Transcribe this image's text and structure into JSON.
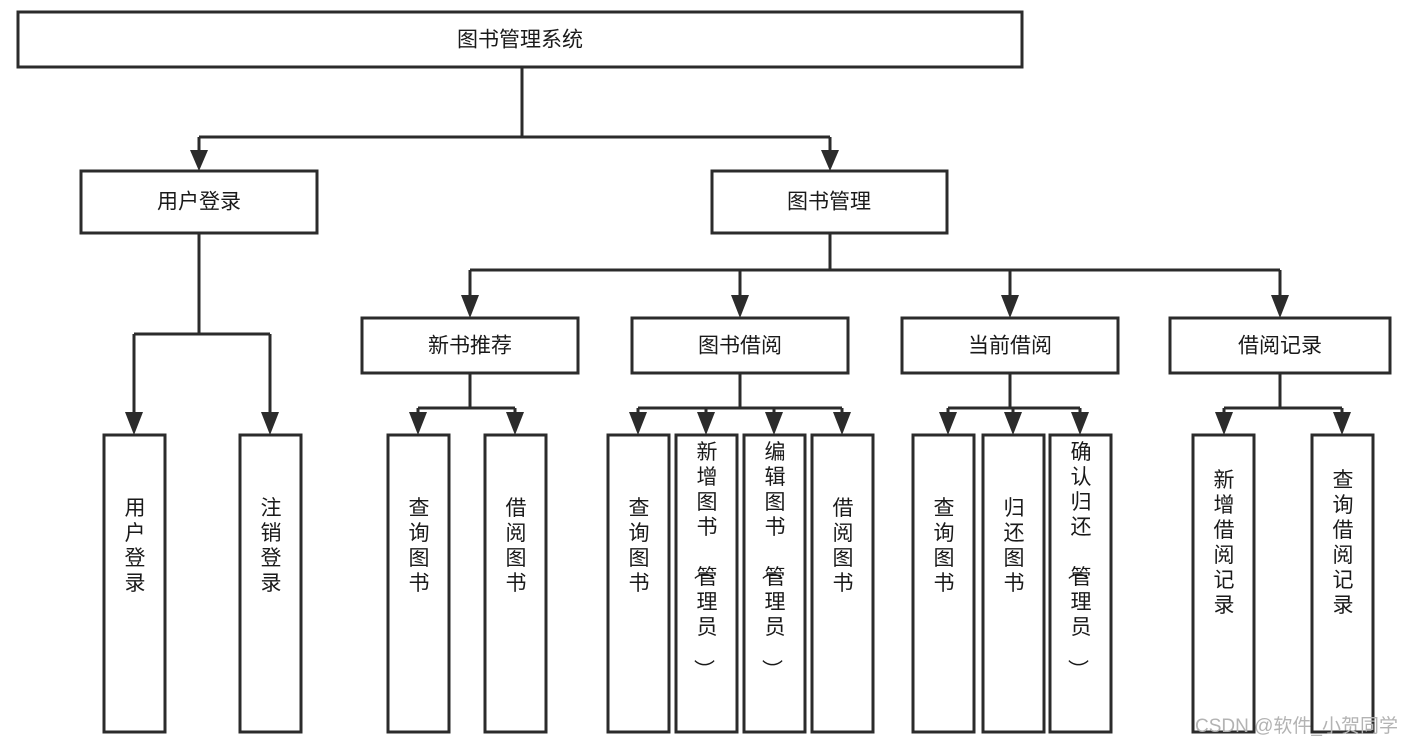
{
  "diagram": {
    "title_node": {
      "id": "root",
      "label": "图书管理系统",
      "orientation": "horizontal"
    },
    "level1": [
      {
        "id": "user-login",
        "label": "用户登录",
        "orientation": "horizontal"
      },
      {
        "id": "book-management",
        "label": "图书管理",
        "orientation": "horizontal"
      }
    ],
    "level2": [
      {
        "id": "new-book-recommend",
        "label": "新书推荐",
        "orientation": "horizontal",
        "parent": "book-management"
      },
      {
        "id": "book-borrow",
        "label": "图书借阅",
        "orientation": "horizontal",
        "parent": "book-management"
      },
      {
        "id": "current-borrow",
        "label": "当前借阅",
        "orientation": "horizontal",
        "parent": "book-management"
      },
      {
        "id": "borrow-record",
        "label": "借阅记录",
        "orientation": "horizontal",
        "parent": "book-management"
      }
    ],
    "leaves": [
      {
        "id": "leaf-user-login",
        "label": "用户登录",
        "orientation": "vertical",
        "parent": "user-login"
      },
      {
        "id": "leaf-user-logout",
        "label": "注销登录",
        "orientation": "vertical",
        "parent": "user-login"
      },
      {
        "id": "leaf-query-book-1",
        "label": "查询图书",
        "orientation": "vertical",
        "parent": "new-book-recommend"
      },
      {
        "id": "leaf-borrow-book-1",
        "label": "借阅图书",
        "orientation": "vertical",
        "parent": "new-book-recommend"
      },
      {
        "id": "leaf-query-book-2",
        "label": "查询图书",
        "orientation": "vertical",
        "parent": "book-borrow"
      },
      {
        "id": "leaf-add-book",
        "label": "新增图书（管理员）",
        "orientation": "vertical",
        "parent": "book-borrow"
      },
      {
        "id": "leaf-edit-book",
        "label": "编辑图书（管理员）",
        "orientation": "vertical",
        "parent": "book-borrow"
      },
      {
        "id": "leaf-borrow-book-2",
        "label": "借阅图书",
        "orientation": "vertical",
        "parent": "book-borrow"
      },
      {
        "id": "leaf-query-book-3",
        "label": "查询图书",
        "orientation": "vertical",
        "parent": "current-borrow"
      },
      {
        "id": "leaf-return-book",
        "label": "归还图书",
        "orientation": "vertical",
        "parent": "current-borrow"
      },
      {
        "id": "leaf-confirm-return",
        "label": "确认归还（管理员）",
        "orientation": "vertical",
        "parent": "current-borrow"
      },
      {
        "id": "leaf-add-record",
        "label": "新增借阅记录",
        "orientation": "vertical",
        "parent": "borrow-record"
      },
      {
        "id": "leaf-query-record",
        "label": "查询借阅记录",
        "orientation": "vertical",
        "parent": "borrow-record"
      }
    ],
    "watermark": "CSDN @软件_小贺同学",
    "colors": {
      "box_stroke": "#2b2b2b",
      "box_fill": "#ffffff",
      "text": "#1a1a1a",
      "watermark": "#b3b3b3",
      "background": "#ffffff"
    }
  }
}
